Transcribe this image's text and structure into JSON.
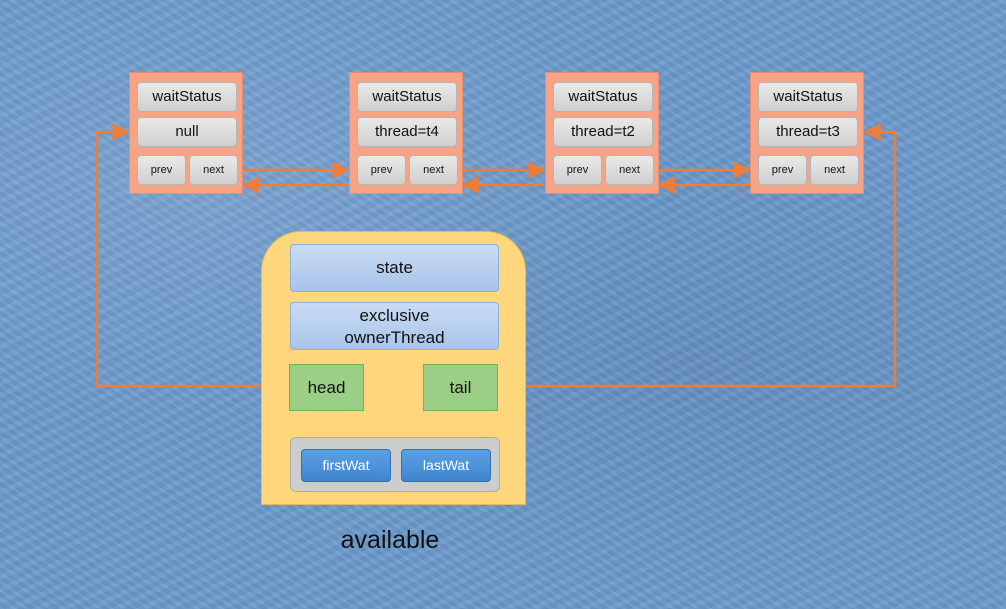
{
  "queue_nodes": [
    {
      "wait_status": "waitStatus",
      "thread": "null",
      "prev": "prev",
      "next": "next"
    },
    {
      "wait_status": "waitStatus",
      "thread": "thread=t4",
      "prev": "prev",
      "next": "next"
    },
    {
      "wait_status": "waitStatus",
      "thread": "thread=t2",
      "prev": "prev",
      "next": "next"
    },
    {
      "wait_status": "waitStatus",
      "thread": "thread=t3",
      "prev": "prev",
      "next": "next"
    }
  ],
  "lock": {
    "state": "state",
    "exclusive_line1": "exclusive",
    "exclusive_line2": "ownerThread",
    "head": "head",
    "tail": "tail",
    "first_waiter": "firstWat",
    "last_waiter": "lastWat"
  },
  "caption": "available",
  "colors": {
    "background": "#6b99cb",
    "node_fill": "#f7a386",
    "arrow": "#ee7d3a",
    "lock_fill": "#fed77c",
    "field_blue": "#a7c4ea",
    "pointer_green": "#9ccf86",
    "waiter_blue": "#3f85cf"
  }
}
